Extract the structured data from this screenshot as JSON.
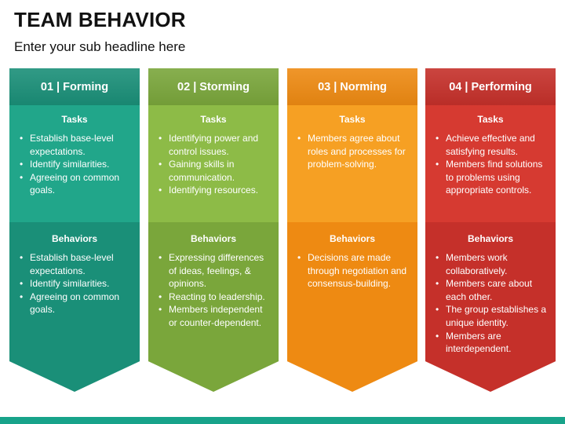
{
  "slide": {
    "title": "TEAM BEHAVIOR",
    "subtitle": "Enter your sub headline here"
  },
  "colors": {
    "accent_bar": "#18a38a"
  },
  "columns": [
    {
      "label": "01 | Forming",
      "header_color": "#1a8f78",
      "tasks_color": "#21a68a",
      "behaviors_color": "#1a8f78",
      "tasks_title": "Tasks",
      "tasks": [
        "Establish base-level expectations.",
        "Identify similarities.",
        "Agreeing on common goals."
      ],
      "behaviors_title": "Behaviors",
      "behaviors": [
        "Establish base-level expectations.",
        "Identify similarities.",
        "Agreeing on common goals."
      ]
    },
    {
      "label": "02 | Storming",
      "header_color": "#7aa63b",
      "tasks_color": "#8dbb47",
      "behaviors_color": "#7aa63b",
      "tasks_title": "Tasks",
      "tasks": [
        "Identifying power and control issues.",
        "Gaining skills in communication.",
        "Identifying resources."
      ],
      "behaviors_title": "Behaviors",
      "behaviors": [
        "Expressing differences of ideas, feelings, & opinions.",
        "Reacting to leadership.",
        "Members independent or counter-dependent."
      ]
    },
    {
      "label": "03 | Norming",
      "header_color": "#ee8a12",
      "tasks_color": "#f6a023",
      "behaviors_color": "#ee8a12",
      "tasks_title": "Tasks",
      "tasks": [
        "Members agree about roles and processes for problem-solving."
      ],
      "behaviors_title": "Behaviors",
      "behaviors": [
        "Decisions are made through negotiation and consensus-building."
      ]
    },
    {
      "label": "04 | Performing",
      "header_color": "#c5302a",
      "tasks_color": "#d63a31",
      "behaviors_color": "#c5302a",
      "tasks_title": "Tasks",
      "tasks": [
        "Achieve effective and satisfying results.",
        "Members find solutions to problems using appropriate controls."
      ],
      "behaviors_title": "Behaviors",
      "behaviors": [
        "Members work collaboratively.",
        "Members care about each other.",
        "The group establishes a unique identity.",
        "Members are interdependent."
      ]
    }
  ]
}
